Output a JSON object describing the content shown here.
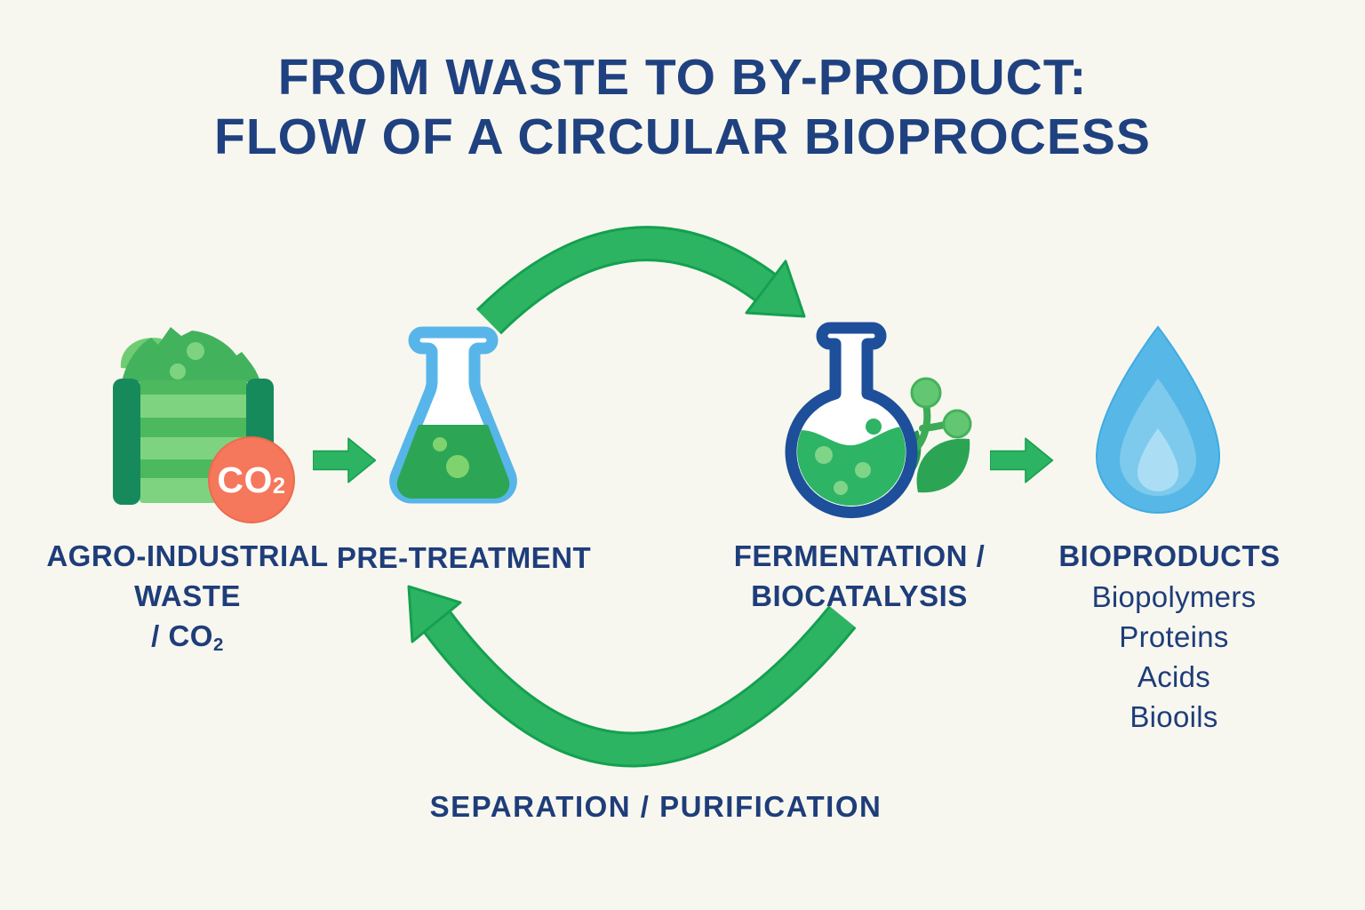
{
  "page": {
    "background_color": "#f8f7ef",
    "text_color": "#1e3d7a",
    "accent_green": "#2db463",
    "accent_light_blue": "#58b5e9",
    "accent_navy": "#1d4f9a",
    "accent_coral": "#f5775c",
    "accent_drop_blue": "#57b8e8"
  },
  "title": {
    "line1": "FROM WASTE TO BY-PRODUCT:",
    "line2": "FLOW OF A CIRCULAR BIOPROCESS"
  },
  "stages": {
    "waste": {
      "icon": "waste-crate-icon",
      "badge_text": "CO",
      "badge_sub": "2",
      "label_line1": "AGRO-INDUSTRIAL",
      "label_line2": "WASTE",
      "label_line3": "/ CO",
      "label_line3_sub": "2"
    },
    "pretreatment": {
      "icon": "erlenmeyer-flask-icon",
      "label": "PRE-TREATMENT"
    },
    "fermentation": {
      "icon": "round-flask-icon",
      "label_line1": "FERMENTATION /",
      "label_line2": "BIOCATALYSIS"
    },
    "bioproducts": {
      "icon": "water-drop-icon",
      "label": "BIOPRODUCTS",
      "items": [
        "Biopolymers",
        "Proteins",
        "Acids",
        "Biooils"
      ]
    }
  },
  "flow": {
    "top_arrow": "forward-cycle-arrow",
    "bottom_arrow": "return-cycle-arrow",
    "step_arrow_1": "right-arrow-icon",
    "step_arrow_2": "right-arrow-icon",
    "bottom_label": "SEPARATION / PURIFICATION"
  }
}
